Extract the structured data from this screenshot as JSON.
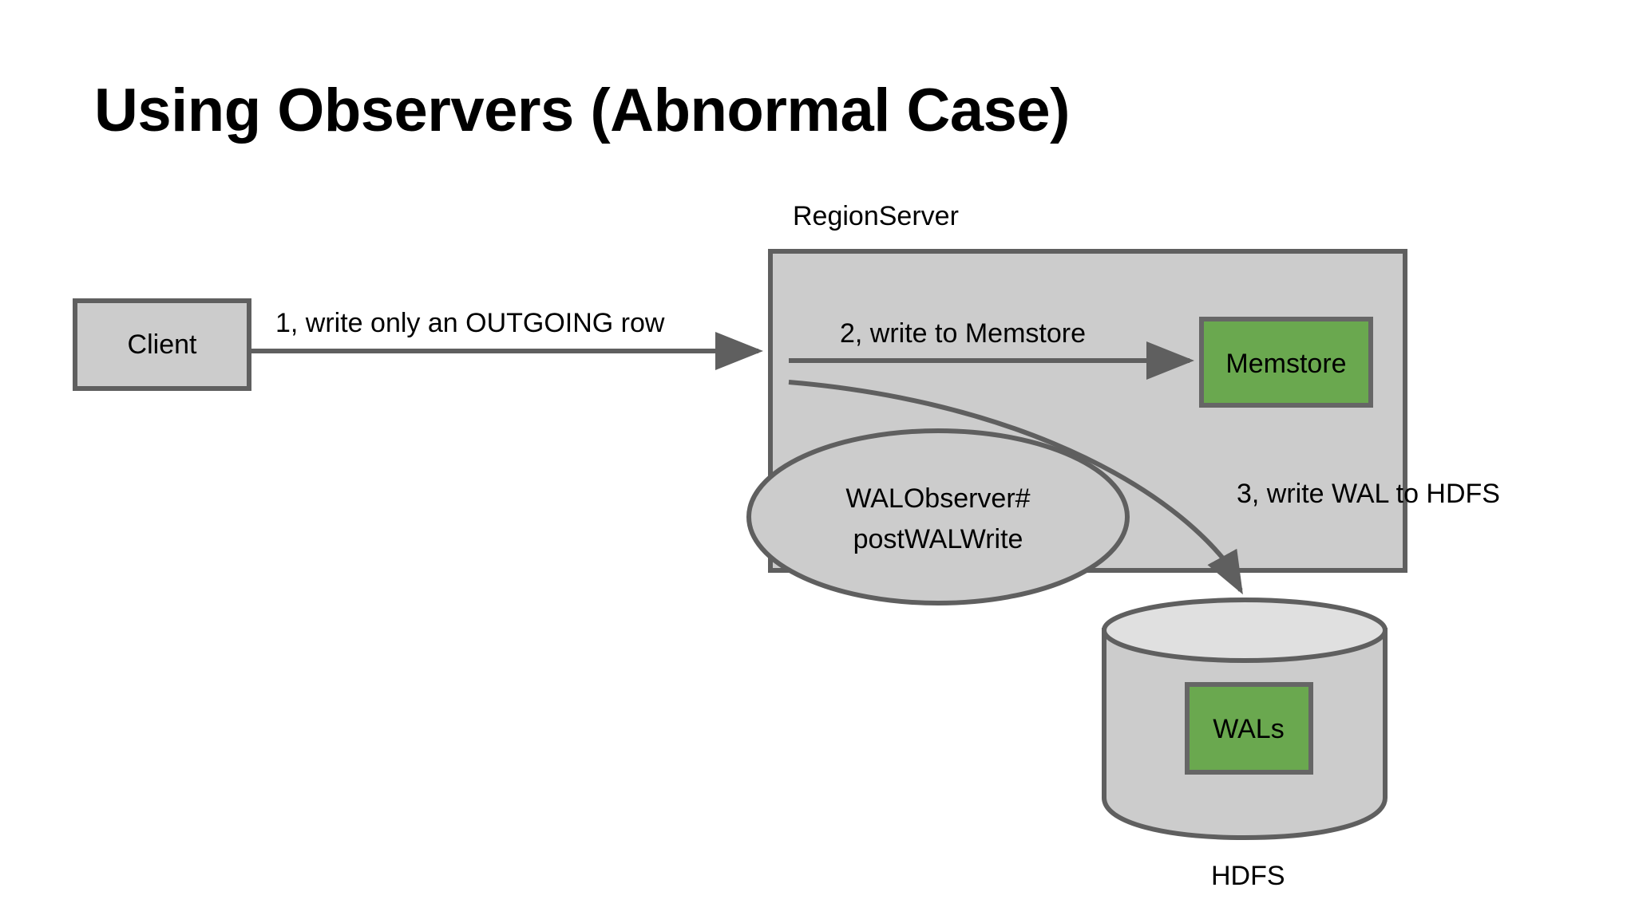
{
  "slide": {
    "title": "Using Observers (Abnormal Case)",
    "background_color": "#ffffff"
  },
  "palette": {
    "box_fill": "#cccccc",
    "box_stroke": "#5f5f5f",
    "green_fill": "#6aa84f",
    "green_stroke": "#666666",
    "cylinder_top_fill": "#e0e0e0",
    "cylinder_body_fill": "#cccccc",
    "cylinder_stroke": "#5f5f5f",
    "arrow_color": "#5f5f5f",
    "text_color": "#000000"
  },
  "nodes": {
    "client": {
      "label": "Client"
    },
    "region_server": {
      "label": "RegionServer"
    },
    "memstore": {
      "label": "Memstore"
    },
    "wal_observer": {
      "label_line1": "WALObserver#",
      "label_line2": "postWALWrite"
    },
    "hdfs": {
      "label": "HDFS"
    },
    "wals": {
      "label": "WALs"
    }
  },
  "edges": {
    "step1": {
      "label": "1, write only an OUTGOING row"
    },
    "step2": {
      "label": "2, write to Memstore"
    },
    "step3": {
      "label": "3, write WAL to HDFS"
    }
  }
}
